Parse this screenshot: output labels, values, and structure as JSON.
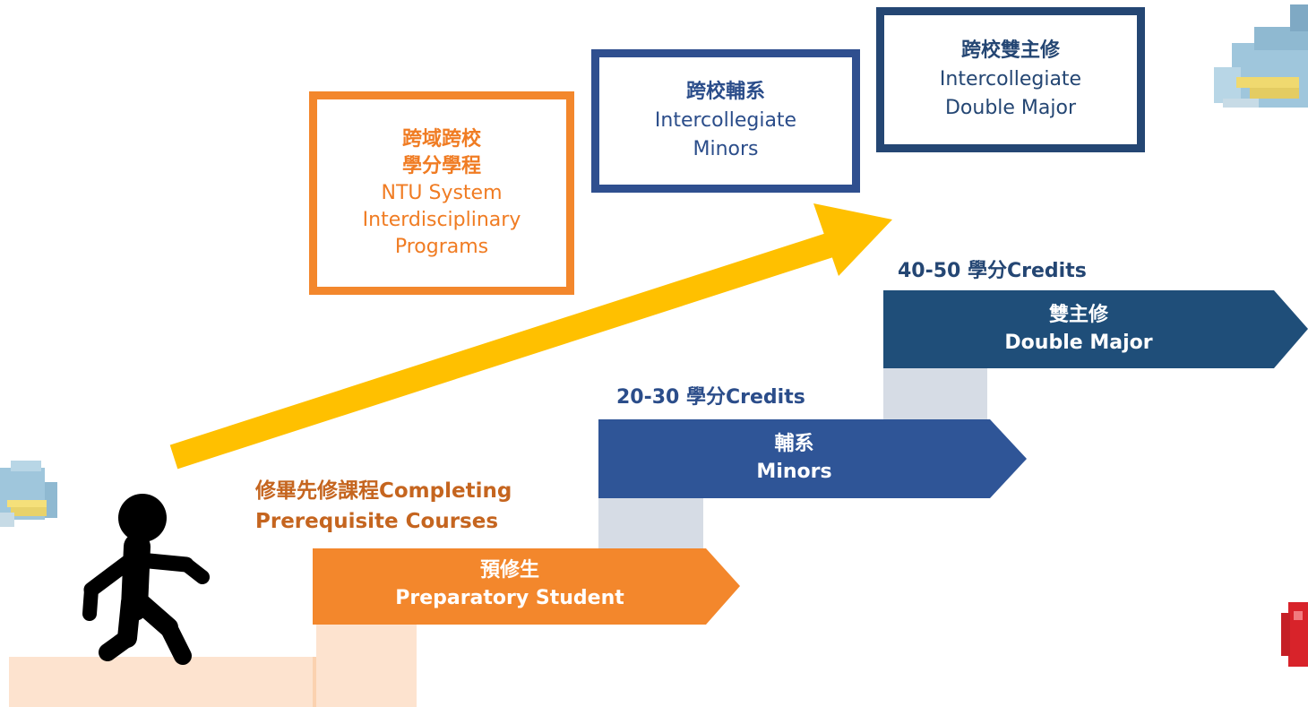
{
  "boxes": {
    "ntu_system": {
      "zh_line1": "跨域跨校",
      "zh_line2": "學分學程",
      "en_line1": "NTU System",
      "en_line2": "Interdisciplinary",
      "en_line3": "Programs"
    },
    "intercollegiate_minors": {
      "zh": "跨校輔系",
      "en_line1": "Intercollegiate",
      "en_line2": "Minors"
    },
    "intercollegiate_double_major": {
      "zh": "跨校雙主修",
      "en_line1": "Intercollegiate",
      "en_line2": "Double Major"
    }
  },
  "steps": {
    "preparatory": {
      "zh": "預修生",
      "en": "Preparatory Student"
    },
    "minors": {
      "zh": "輔系",
      "en": "Minors"
    },
    "double_major": {
      "zh": "雙主修",
      "en": "Double Major"
    }
  },
  "labels": {
    "prereq_line1": "修畢先修課程Completing",
    "prereq_line2": "Prerequisite Courses",
    "minor_credits": "20-30 學分Credits",
    "double_major_credits": "40-50 學分Credits"
  },
  "colors": {
    "orange": "#f3872c",
    "blue": "#2f5597",
    "navy": "#1f4e79",
    "yellow_arrow": "#ffc000",
    "peach": "#fde3cf",
    "gray_step": "#d6dce5"
  }
}
